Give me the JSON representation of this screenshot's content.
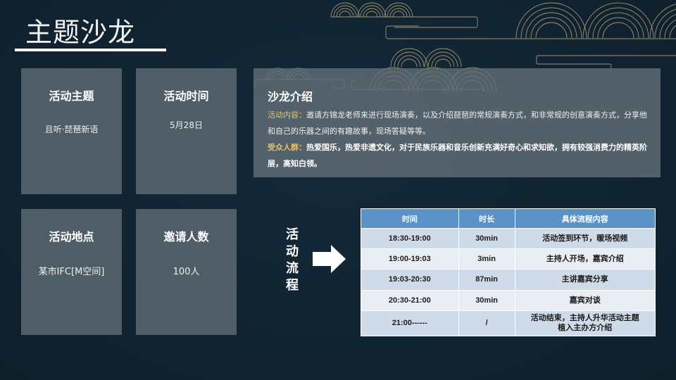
{
  "slide": {
    "title": "主题沙龙"
  },
  "cards": [
    {
      "heading": "活动主题",
      "value": "且听·琵琶新语"
    },
    {
      "heading": "活动时间",
      "value": "5月28日"
    },
    {
      "heading": "活动地点",
      "value": "某市IFC[M空间]"
    },
    {
      "heading": "邀请人数",
      "value": "100人"
    }
  ],
  "intro": {
    "heading": "沙龙介绍",
    "content_label": "活动内容：",
    "content_text": "邀请方锦龙老师来进行现场演奏，以及介绍琵琶的常规演奏方式，和非常规的创意演奏方式，分享他和自己的乐器之间的有趣故事，现场答疑等等。",
    "audience_label": "受众人群：",
    "audience_text": "热爱国乐，热爱非遗文化，对于民族乐器和音乐创新充满好奇心和求知欲，拥有较强消费力的精英阶层，高知白领。"
  },
  "flow": {
    "label": "活动流程",
    "label_chars": [
      "活",
      "动",
      "流",
      "程"
    ],
    "arrow_icon": "arrow-right-icon",
    "table": {
      "headers": [
        "时间",
        "时长",
        "具体流程内容"
      ],
      "rows": [
        [
          "18:30-19:00",
          "30min",
          "活动签到环节，暖场视频"
        ],
        [
          "19:00-19:03",
          "3min",
          "主持人开场，嘉宾介绍"
        ],
        [
          "19:03-20:30",
          "87min",
          "主讲嘉宾分享"
        ],
        [
          "20:30-21:00",
          "30min",
          "嘉宾对谈"
        ],
        [
          "21:00------",
          "/",
          "活动结束，主持人升华活动主题\n植入主办方介绍"
        ]
      ],
      "last_row_lines": [
        "活动结束，主持人升华活动主题",
        "植入主办方介绍"
      ]
    }
  },
  "colors": {
    "background": "#10232e",
    "card": "#4f5d66",
    "accent_gold": "#e8c16a",
    "table_header": "#5b93c9",
    "row_odd": "#d0dbe9",
    "row_even": "#e9edf4",
    "deco_line": "#b9a77a"
  }
}
